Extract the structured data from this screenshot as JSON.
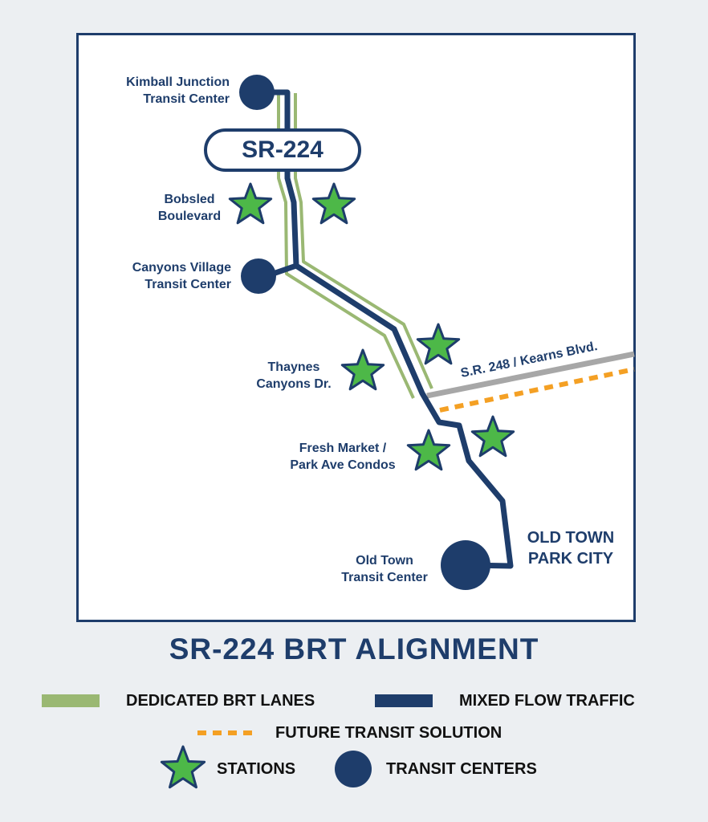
{
  "route_badge": "SR-224",
  "title": "SR-224 BRT ALIGNMENT",
  "colors": {
    "navy": "#1e3d6b",
    "brt_green": "#9ab873",
    "star_green": "#4db848",
    "future_orange": "#f4a024",
    "road_gray": "#a7a7a7"
  },
  "map": {
    "transit_centers": [
      {
        "name": "kimball-junction",
        "lines": [
          "Kimball Junction",
          "Transit Center"
        ]
      },
      {
        "name": "canyons-village",
        "lines": [
          "Canyons Village",
          "Transit Center"
        ]
      },
      {
        "name": "old-town",
        "lines": [
          "Old Town",
          "Transit Center"
        ]
      }
    ],
    "stations": [
      {
        "name": "bobsled-boulevard",
        "lines": [
          "Bobsled",
          "Boulevard"
        ]
      },
      {
        "name": "thaynes-canyons",
        "lines": [
          "Thaynes",
          "Canyons Dr."
        ]
      },
      {
        "name": "fresh-market",
        "lines": [
          "Fresh Market /",
          "Park Ave Condos"
        ]
      }
    ],
    "road_label": "S.R. 248 / Kearns Blvd.",
    "destination": [
      "OLD TOWN",
      "PARK CITY"
    ]
  },
  "legend": {
    "dedicated_brt": "DEDICATED BRT LANES",
    "mixed_flow": "MIXED FLOW TRAFFIC",
    "future_transit": "FUTURE TRANSIT SOLUTION",
    "stations": "STATIONS",
    "transit_centers": "TRANSIT CENTERS",
    "station_icon": "star-icon",
    "transit_center_icon": "circle-icon"
  }
}
